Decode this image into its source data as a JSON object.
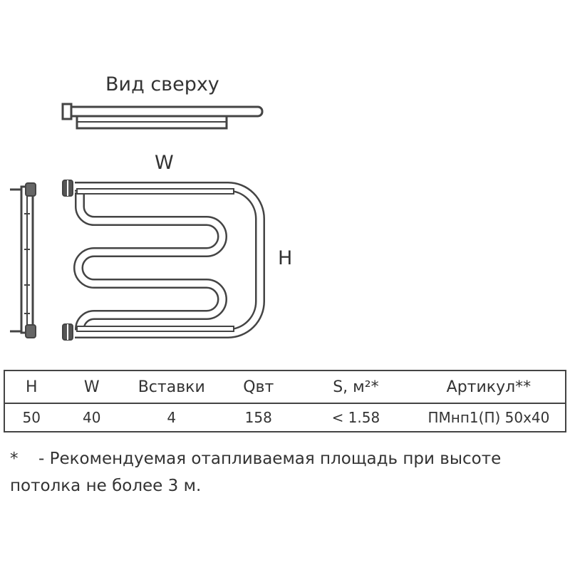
{
  "drawing": {
    "top_view_label": "Вид сверху",
    "width_label": "W",
    "height_label": "H"
  },
  "table": {
    "headers": [
      "H",
      "W",
      "Вставки",
      "Qвт",
      "S, м²*",
      "Артикул**"
    ],
    "rows": [
      [
        "50",
        "40",
        "4",
        "158",
        "< 1.58",
        "ПМнп1(П) 50х40"
      ]
    ]
  },
  "footnote": {
    "marker": "*",
    "text": "- Рекомендуемая отапливаемая площадь при высоте потолка не более 3 м."
  }
}
